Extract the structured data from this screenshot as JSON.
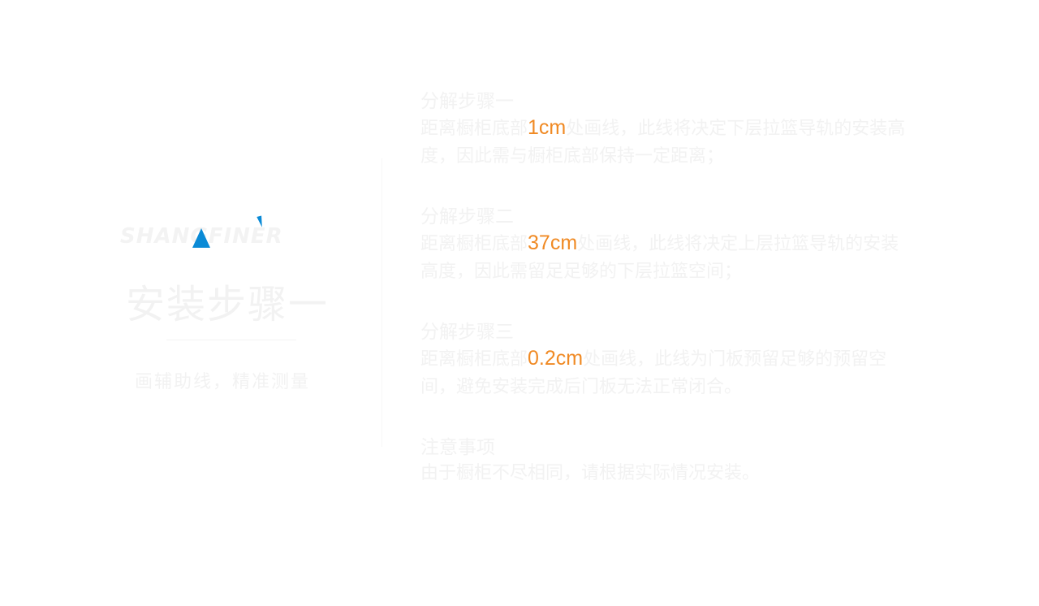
{
  "brand": {
    "logo_text": "SHANGFINER",
    "accent": "#0a8ad6"
  },
  "hero": {
    "title": "安装步骤一",
    "subtitle": "画辅助线，精准测量"
  },
  "steps": [
    {
      "heading": "分解步骤一",
      "pre": "距离橱柜底部",
      "value": "1cm",
      "post": "处画线，此线将决定下层拉篮导轨的安装高度，因此需与橱柜底部保持一定距离；"
    },
    {
      "heading": "分解步骤二",
      "pre": "距离橱柜底部",
      "value": "37cm",
      "post": "处画线，此线将决定上层拉篮导轨的安装高度，因此需留足足够的下层拉篮空间；"
    },
    {
      "heading": "分解步骤三",
      "pre": "距离橱柜底部",
      "value": "0.2cm",
      "post": "处画线，此线为门板预留足够的预留空间，避免安装完成后门板无法正常闭合。"
    },
    {
      "heading": "注意事项",
      "pre": "由于橱柜不尽相同，请根据实际情况安装。",
      "value": null,
      "post": ""
    }
  ],
  "colors": {
    "highlight": "#f08a24"
  }
}
